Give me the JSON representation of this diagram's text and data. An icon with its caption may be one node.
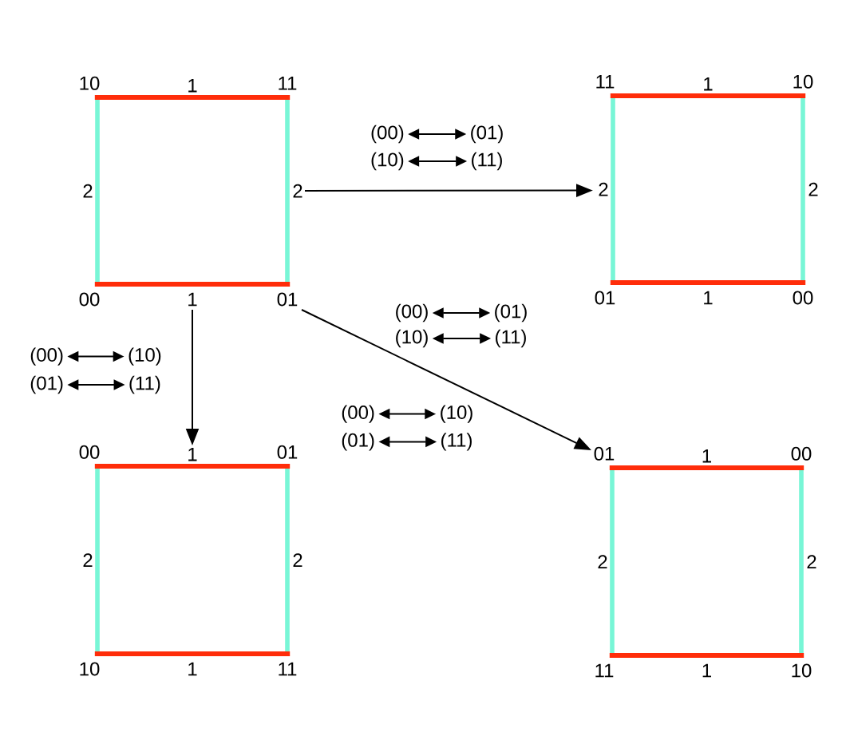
{
  "diagram": {
    "nodes": [
      {
        "text": [
          "10",
          "1",
          "11",
          "2",
          "2",
          "00",
          "1",
          "01"
        ]
      },
      {
        "text": [
          "(00)"
        ]
      },
      {
        "text": [
          "(01)"
        ]
      },
      {
        "text": [
          "(10)"
        ]
      },
      {
        "text": [
          "(11)"
        ]
      },
      {
        "text": [
          "11",
          "1",
          "10",
          "2",
          "2",
          "01",
          "1",
          "00"
        ]
      },
      {
        "text": [
          "(00)"
        ]
      },
      {
        "text": [
          "(10)"
        ]
      },
      {
        "text": [
          "(01)"
        ]
      },
      {
        "text": [
          "(11)"
        ]
      },
      {
        "text": [
          "(00)"
        ]
      },
      {
        "text": [
          "(01)"
        ]
      },
      {
        "text": [
          "(10)"
        ]
      },
      {
        "text": [
          "(11)"
        ]
      },
      {
        "text": [
          "(00)"
        ]
      },
      {
        "text": [
          "(10)"
        ]
      },
      {
        "text": [
          "(01)"
        ]
      },
      {
        "text": [
          "(11)"
        ]
      },
      {
        "text": [
          "00",
          "1",
          "01",
          "2",
          "2",
          "10",
          "1",
          "11"
        ]
      },
      {
        "text": [
          "01",
          "1",
          "00",
          "2",
          "2",
          "11",
          "1",
          "10"
        ]
      }
    ],
    "edges": [
      {
        "from": 0,
        "to": 5,
        "arrow": "to"
      },
      {
        "from": 0,
        "to": 18,
        "arrow": "to"
      },
      {
        "from": 0,
        "to": 19,
        "arrow": "to"
      },
      {
        "from": 1,
        "to": 2,
        "arrow": "both"
      },
      {
        "from": 3,
        "to": 4,
        "arrow": "both"
      },
      {
        "from": 6,
        "to": 7,
        "arrow": "both"
      },
      {
        "from": 8,
        "to": 9,
        "arrow": "both"
      },
      {
        "from": 10,
        "to": 11,
        "arrow": "both"
      },
      {
        "from": 12,
        "to": 13,
        "arrow": "both"
      },
      {
        "from": 14,
        "to": 15,
        "arrow": "both"
      },
      {
        "from": 16,
        "to": 17,
        "arrow": "both"
      }
    ]
  }
}
